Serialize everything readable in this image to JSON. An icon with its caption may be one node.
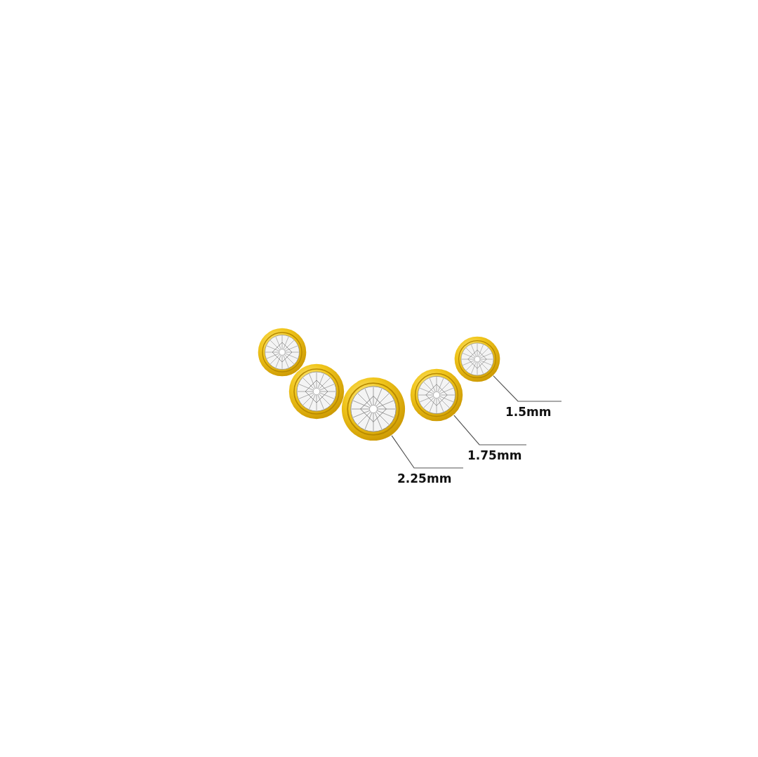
{
  "diagram": {
    "nodes": [
      {
        "text": [],
        "shape": "picture"
      },
      {
        "text": [],
        "shape": "picture"
      },
      {
        "text": [],
        "shape": "picture"
      },
      {
        "text": [],
        "shape": "picture"
      },
      {
        "text": [],
        "shape": "picture"
      },
      {
        "text": [
          "1.5mm"
        ]
      },
      {
        "text": [
          "1.75mm"
        ]
      },
      {
        "text": [
          "2.25mm"
        ]
      }
    ],
    "edges": [
      {
        "from": 5,
        "to": 4,
        "arrow": "none"
      },
      {
        "from": 6,
        "to": 3,
        "arrow": "none"
      },
      {
        "from": 7,
        "to": 2,
        "arrow": "none"
      }
    ]
  }
}
